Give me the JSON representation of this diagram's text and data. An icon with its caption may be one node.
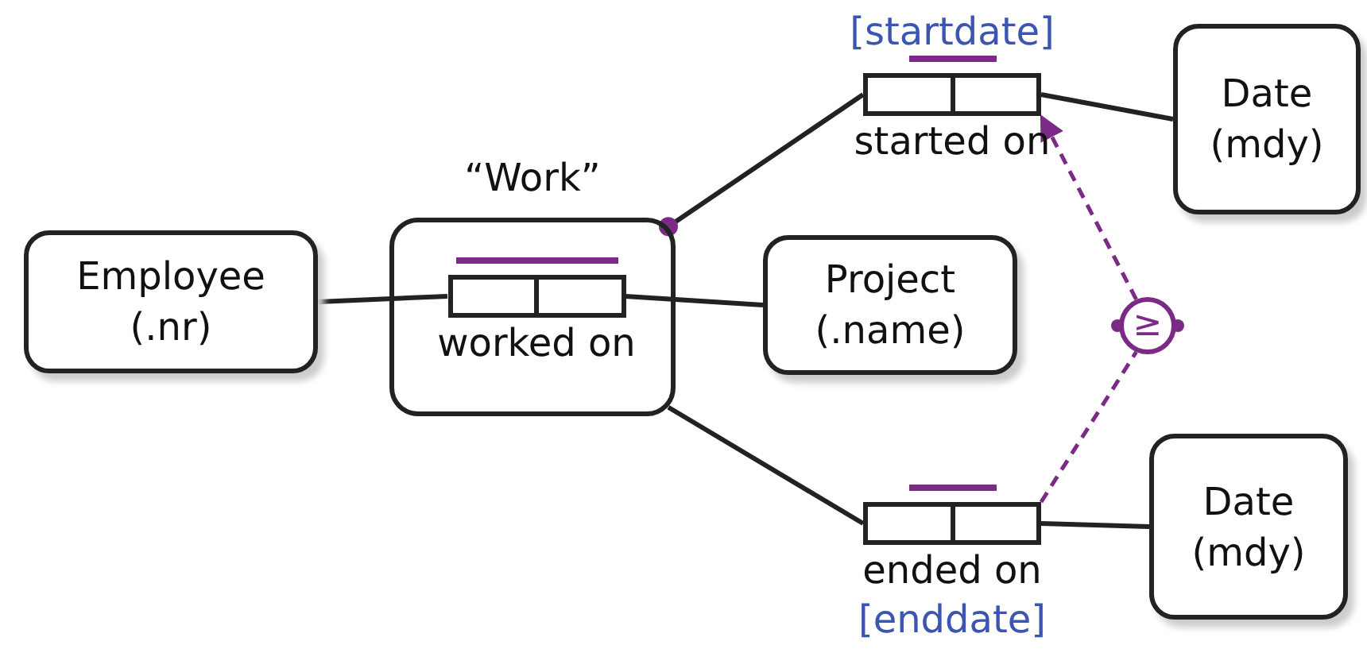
{
  "diagram": {
    "nodes": [
      {
        "text": [
          "Employee (.nr)"
        ]
      },
      {
        "text": [
          "“Work”"
        ]
      },
      {
        "text": [
          "worked on"
        ],
        "in": 1
      },
      {
        "text": [
          "Project (.name)"
        ]
      },
      {
        "text": [
          "started on"
        ],
        "beside": [
          "[startdate]"
        ]
      },
      {
        "text": [
          "Date (mdy)"
        ]
      },
      {
        "text": [
          "ended on"
        ],
        "beside": [
          "[enddate]"
        ]
      },
      {
        "text": [
          "Date (mdy)"
        ]
      },
      {
        "text": [
          "≥"
        ]
      }
    ],
    "edges": [
      {
        "from": 0,
        "to": 2,
        "arrow": "none"
      },
      {
        "from": 2,
        "to": 3,
        "arrow": "none"
      },
      {
        "from": 1,
        "to": 4,
        "arrow": "other"
      },
      {
        "from": 1,
        "to": 6,
        "arrow": "none"
      },
      {
        "from": 4,
        "to": 5,
        "arrow": "none"
      },
      {
        "from": 6,
        "to": 7,
        "arrow": "none"
      },
      {
        "from": 8,
        "to": 4,
        "arrow": "to",
        "style": "dashed",
        "color": "#7b2a86"
      },
      {
        "from": 6,
        "to": 8,
        "arrow": "none",
        "style": "dashed",
        "color": "#7b2a86"
      }
    ]
  }
}
